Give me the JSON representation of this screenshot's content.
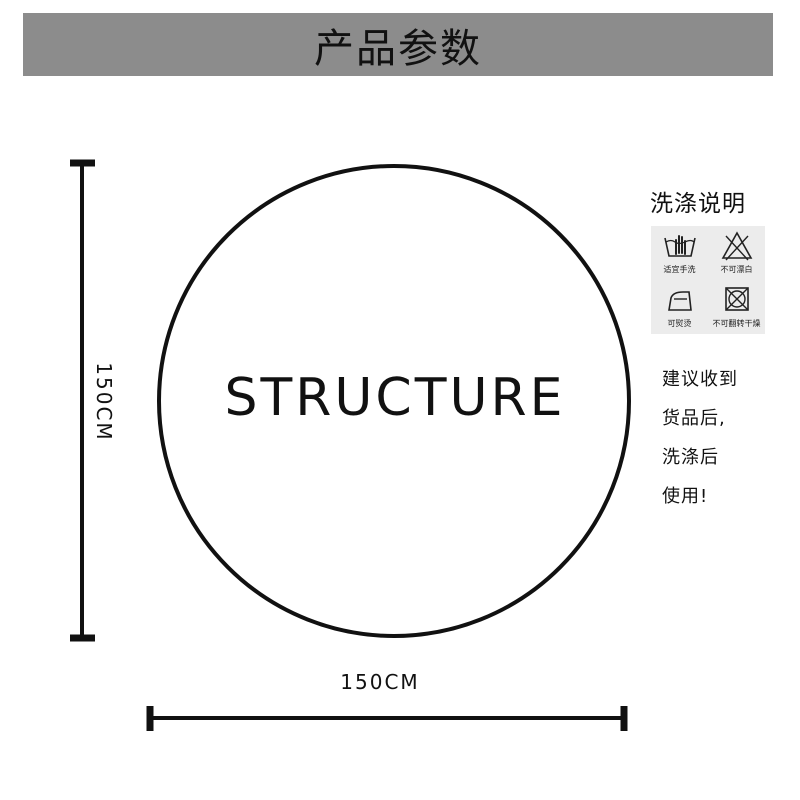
{
  "header": {
    "title": "产品参数"
  },
  "product": {
    "name_text": "STRUCTURE",
    "height_label": "150CM",
    "width_label": "150CM"
  },
  "care": {
    "title": "洗涤说明",
    "items": [
      {
        "icon": "hand-wash-icon",
        "label": "适宜手洗"
      },
      {
        "icon": "no-bleach-icon",
        "label": "不可漂白"
      },
      {
        "icon": "iron-icon",
        "label": "可熨烫"
      },
      {
        "icon": "no-tumble-dry-icon",
        "label": "不可翻转干燥"
      }
    ]
  },
  "advice": {
    "lines": [
      "建议收到",
      "货品后,",
      "洗涤后",
      "使用!"
    ]
  },
  "colors": {
    "header_bg": "#8c8c8c",
    "ink": "#111111",
    "care_panel_bg": "#ececec"
  }
}
